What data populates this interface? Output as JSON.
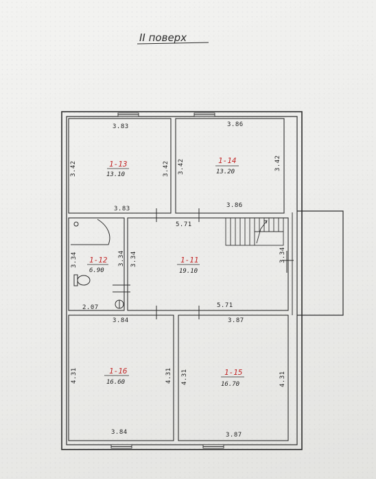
{
  "title": "II поверх",
  "rooms": {
    "r13": {
      "id": "1-13",
      "area": "13.10",
      "top": "3.83",
      "bottom": "3.83",
      "left": "3.42",
      "right": "3.42"
    },
    "r14": {
      "id": "1-14",
      "area": "13.20",
      "top": "3.86",
      "bottom": "3.86",
      "left": "3.42",
      "right": "3.42"
    },
    "r12": {
      "id": "1-12",
      "area": "6.90",
      "left": "3.34",
      "right": "3.34",
      "bottom": "2.07"
    },
    "r11": {
      "id": "1-11",
      "area": "19.10",
      "top": "5.71",
      "bottom": "5.71",
      "left": "3.34",
      "right": "3.34"
    },
    "r16": {
      "id": "1-16",
      "area": "16.60",
      "top": "3.84",
      "bottom": "3.84",
      "left": "4.31",
      "right": "4.31"
    },
    "r15": {
      "id": "1-15",
      "area": "16.70",
      "top": "3.87",
      "bottom": "3.87",
      "left": "4.31",
      "right": "4.31"
    }
  },
  "colors": {
    "ink": "#2c2c2c",
    "room_id": "#c22727"
  }
}
